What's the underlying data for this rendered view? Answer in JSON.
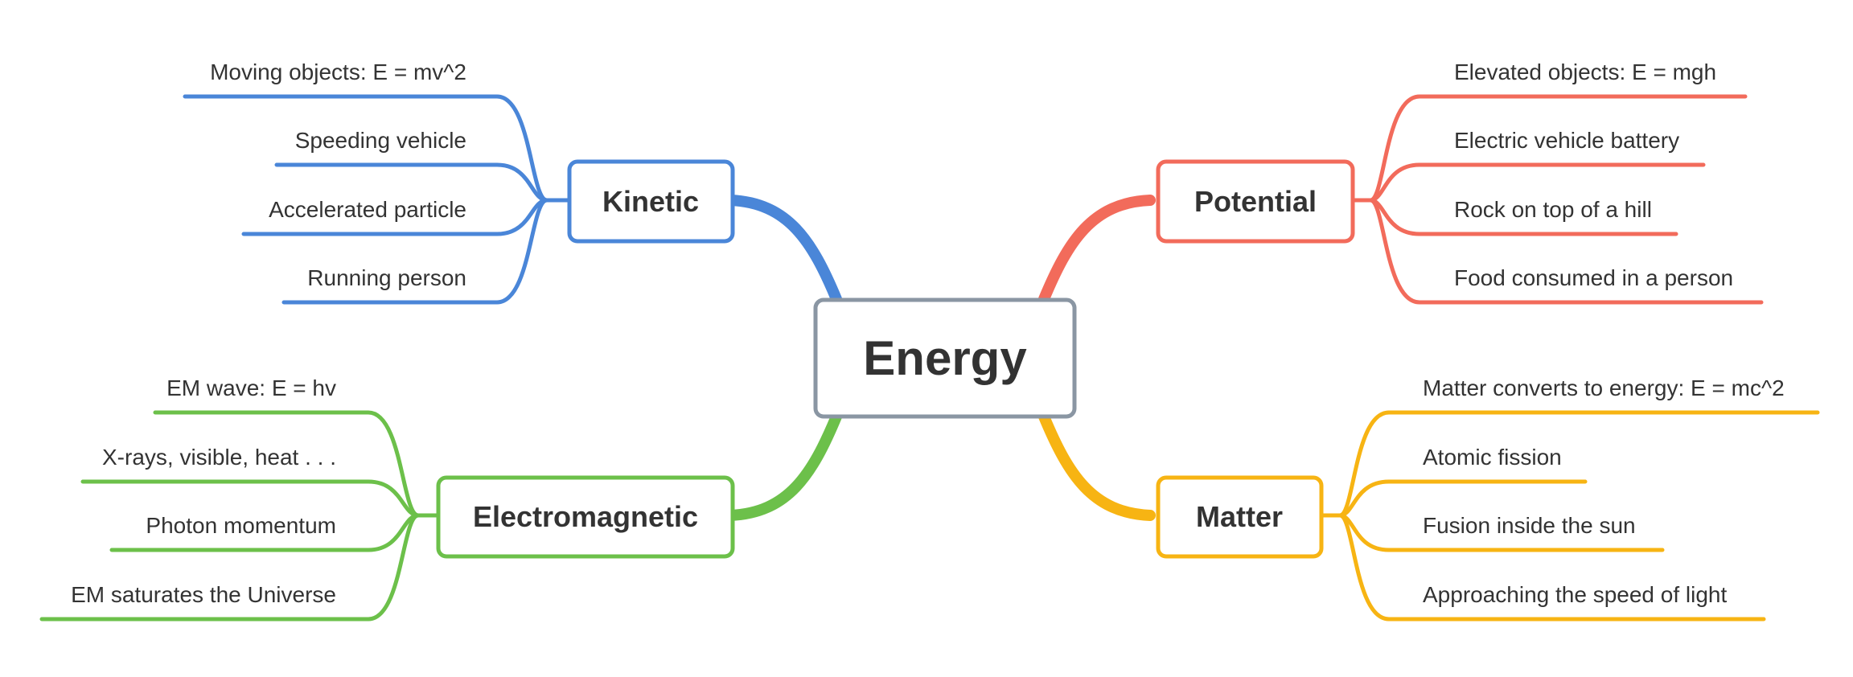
{
  "root": {
    "label": "Energy",
    "color": "#8a96a3"
  },
  "branches": {
    "kinetic": {
      "label": "Kinetic",
      "color": "#4a86d8",
      "items": [
        "Moving objects: E = mv^2",
        "Speeding vehicle",
        "Accelerated particle",
        "Running person"
      ]
    },
    "potential": {
      "label": "Potential",
      "color": "#f26b5b",
      "items": [
        "Elevated objects: E = mgh",
        "Electric vehicle battery",
        "Rock on top of a hill",
        "Food consumed in a person"
      ]
    },
    "electromagnetic": {
      "label": "Electromagnetic",
      "color": "#6cc04a",
      "items": [
        "EM wave: E = hv",
        "X-rays, visible, heat . . .",
        "Photon momentum",
        "EM saturates the Universe"
      ]
    },
    "matter": {
      "label": "Matter",
      "color": "#f7b413",
      "items": [
        "Matter converts to energy: E = mc^2",
        "Atomic fission",
        "Fusion inside the sun",
        "Approaching the speed of light"
      ]
    }
  }
}
